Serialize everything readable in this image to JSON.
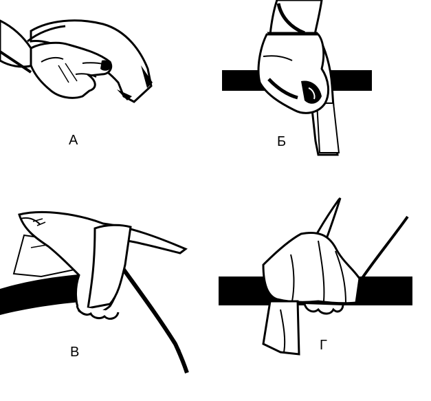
{
  "panels": [
    {
      "caption": "А",
      "illustration": "hand-holding-strap"
    },
    {
      "caption": "Б",
      "illustration": "fist-gripping-bar-with-strap"
    },
    {
      "caption": "В",
      "illustration": "hand-wrapping-strap-around-bar"
    },
    {
      "caption": "Г",
      "illustration": "strap-looped-over-bar-grip"
    }
  ],
  "colors": {
    "ink": "#000000",
    "paper": "#ffffff"
  }
}
